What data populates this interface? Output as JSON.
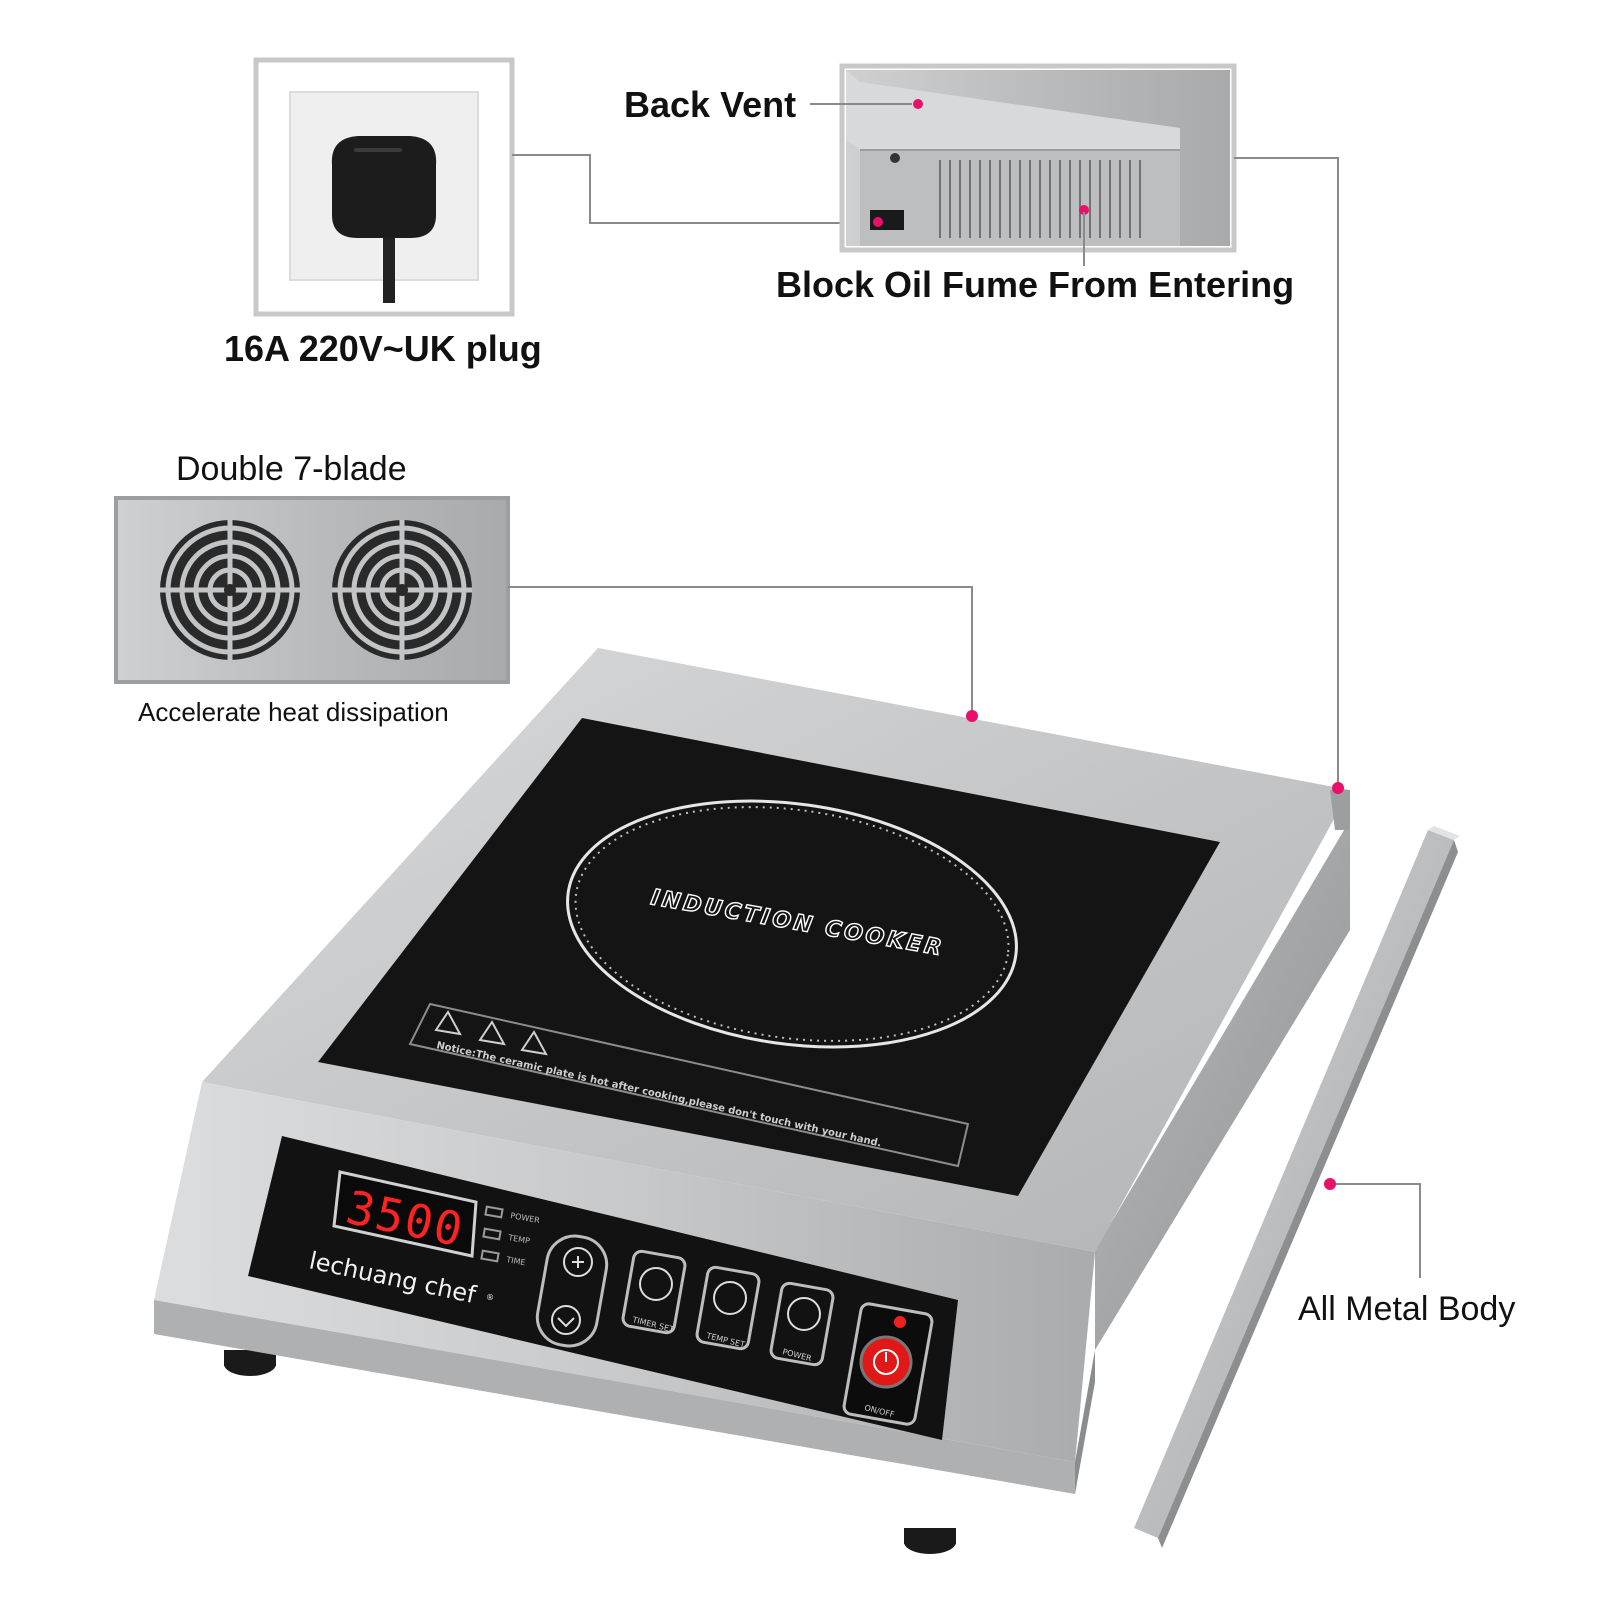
{
  "callouts": {
    "plug": {
      "label": "16A 220V~UK plug"
    },
    "back_vent": {
      "label": "Back Vent"
    },
    "oil_fume": {
      "label": "Block Oil Fume From Entering"
    },
    "fans": {
      "title": "Double 7-blade",
      "caption": "Accelerate heat dissipation"
    },
    "metal_body": {
      "label": "All Metal Body"
    }
  },
  "cooktop": {
    "ring_text": "INDUCTION COOKER",
    "notice": "Notice:The ceramic plate is hot after cooking,please don't touch with your hand."
  },
  "control_panel": {
    "display_value": "3500",
    "indicators": [
      "POWER",
      "TEMP",
      "TIME"
    ],
    "brand": "lechuang chef",
    "brand_mark": "®",
    "buttons": {
      "timer": "TIMER SET",
      "temp": "TEMP SET",
      "power": "POWER",
      "onoff": "ON/OFF"
    }
  },
  "colors": {
    "accent_pink": "#e8106a",
    "display_red": "#ff2222",
    "steel": "#c9cbcd",
    "glass": "#141414"
  }
}
